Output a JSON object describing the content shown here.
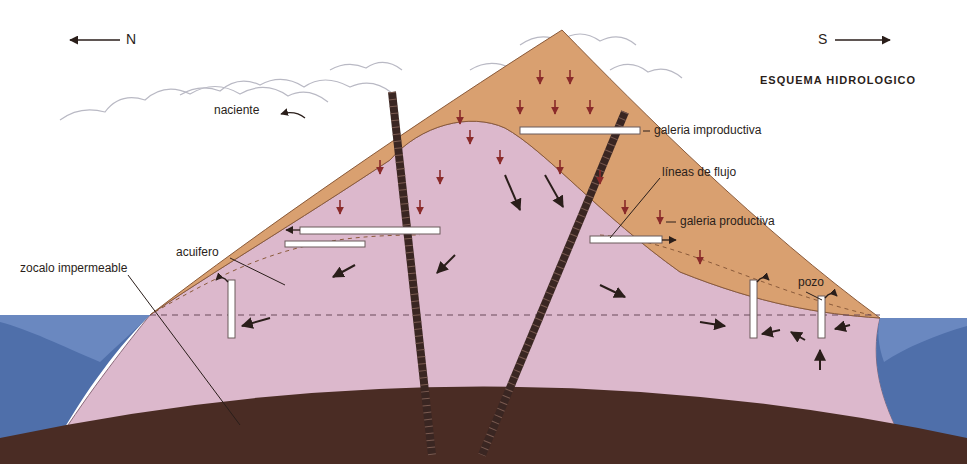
{
  "diagram": {
    "title": "ESQUEMA HIDROLOGICO",
    "labels": [
      "N",
      "S",
      "galeria improductiva",
      "naciente",
      "líneas de flujo",
      "acuifero",
      "galeria productiva",
      "zocalo impermeable",
      "pozo"
    ]
  }
}
